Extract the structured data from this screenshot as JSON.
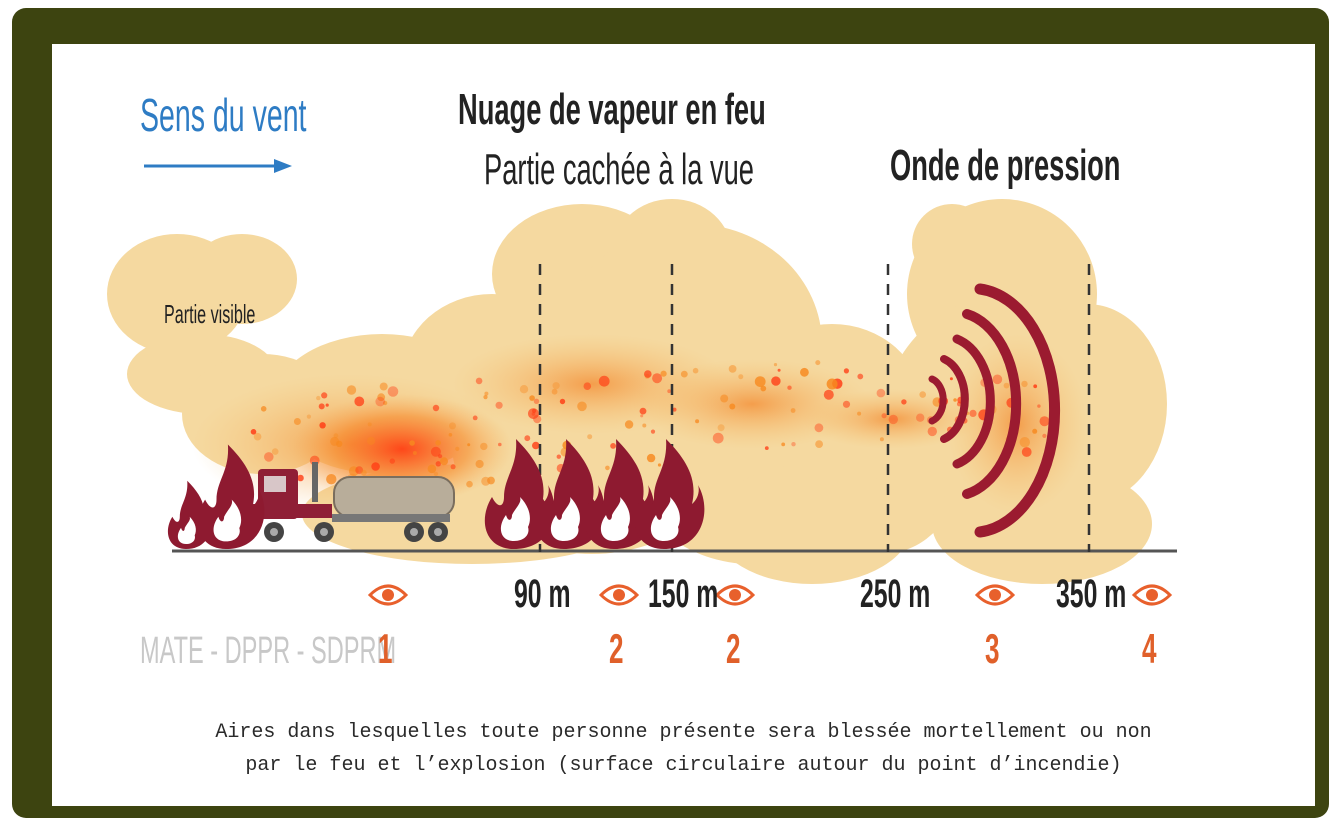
{
  "wind": {
    "label": "Sens du vent"
  },
  "cloud": {
    "title": "Nuage de vapeur en feu",
    "subtitle": "Partie cachée à la vue",
    "visible_label": "Partie visible"
  },
  "pressure": {
    "title": "Onde de pression"
  },
  "distances": {
    "d1": "90 m",
    "d2": "150 m",
    "d3": "250 m",
    "d4": "350 m"
  },
  "zones": {
    "z1": "1",
    "z2a": "2",
    "z2b": "2",
    "z3": "3",
    "z4": "4"
  },
  "source": "MATE - DPPR - SDPRM",
  "caption": {
    "line1": "Aires dans lesquelles toute personne présente sera blessée mortellement ou non",
    "line2": "par le feu et l’explosion (surface circulaire autour du point d’incendie)"
  },
  "colors": {
    "frame": "#3d4410",
    "cloud": "#f5d9a0",
    "flame": "#8e1a30",
    "wave": "#9b1b30",
    "eye": "#e8602c",
    "number": "#e0602a",
    "wind_blue": "#2e7cc4",
    "source_grey": "#c8c8c8"
  }
}
